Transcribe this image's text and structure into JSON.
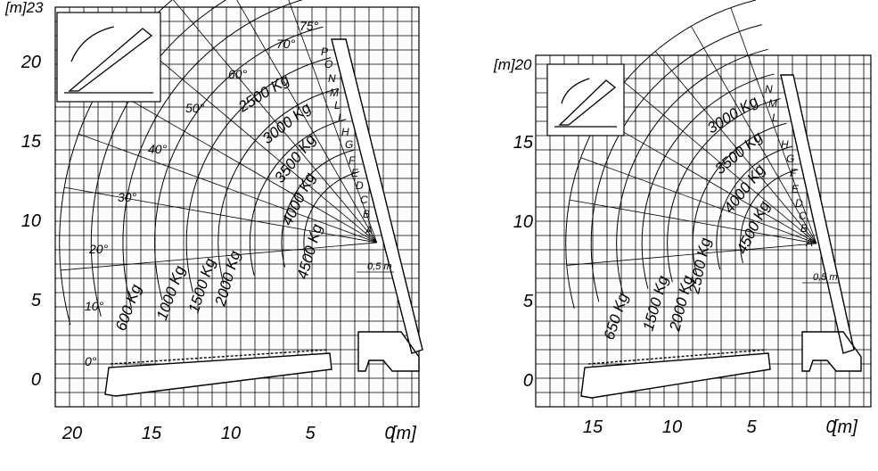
{
  "left_chart": {
    "y_unit": "[m]",
    "y_top": "23",
    "x_unit": "[m]",
    "y_ticks": [
      "0",
      "5",
      "10",
      "15",
      "20"
    ],
    "x_ticks": [
      "20",
      "15",
      "10",
      "5",
      "0"
    ],
    "angles": [
      "0°",
      "10°",
      "20°",
      "30°",
      "40°",
      "50°",
      "60°",
      "70°",
      "75°"
    ],
    "loads": [
      "600 Kg",
      "1000 Kg",
      "1500 Kg",
      "2000 Kg",
      "2500 Kg",
      "3000 Kg",
      "3500 Kg",
      "4000 Kg",
      "4500 Kg"
    ],
    "extension_marks": [
      "A",
      "B",
      "C",
      "D",
      "E",
      "F",
      "G",
      "H",
      "I",
      "L",
      "M",
      "N",
      "O",
      "P"
    ],
    "dimension": "0,5 m"
  },
  "right_chart": {
    "y_unit": "[m]",
    "y_top": "20",
    "x_unit": "[m]",
    "y_ticks": [
      "0",
      "5",
      "10",
      "15"
    ],
    "x_ticks": [
      "15",
      "10",
      "5",
      "0"
    ],
    "loads": [
      "650 Kg",
      "1500 Kg",
      "2000 Kg",
      "2500 Kg",
      "3000 Kg",
      "3500 Kg",
      "4000 Kg",
      "4500 Kg"
    ],
    "extension_marks": [
      "A",
      "B",
      "C",
      "D",
      "E",
      "F",
      "G",
      "H",
      "L",
      "M",
      "N"
    ],
    "dimension": "0,5 m"
  }
}
